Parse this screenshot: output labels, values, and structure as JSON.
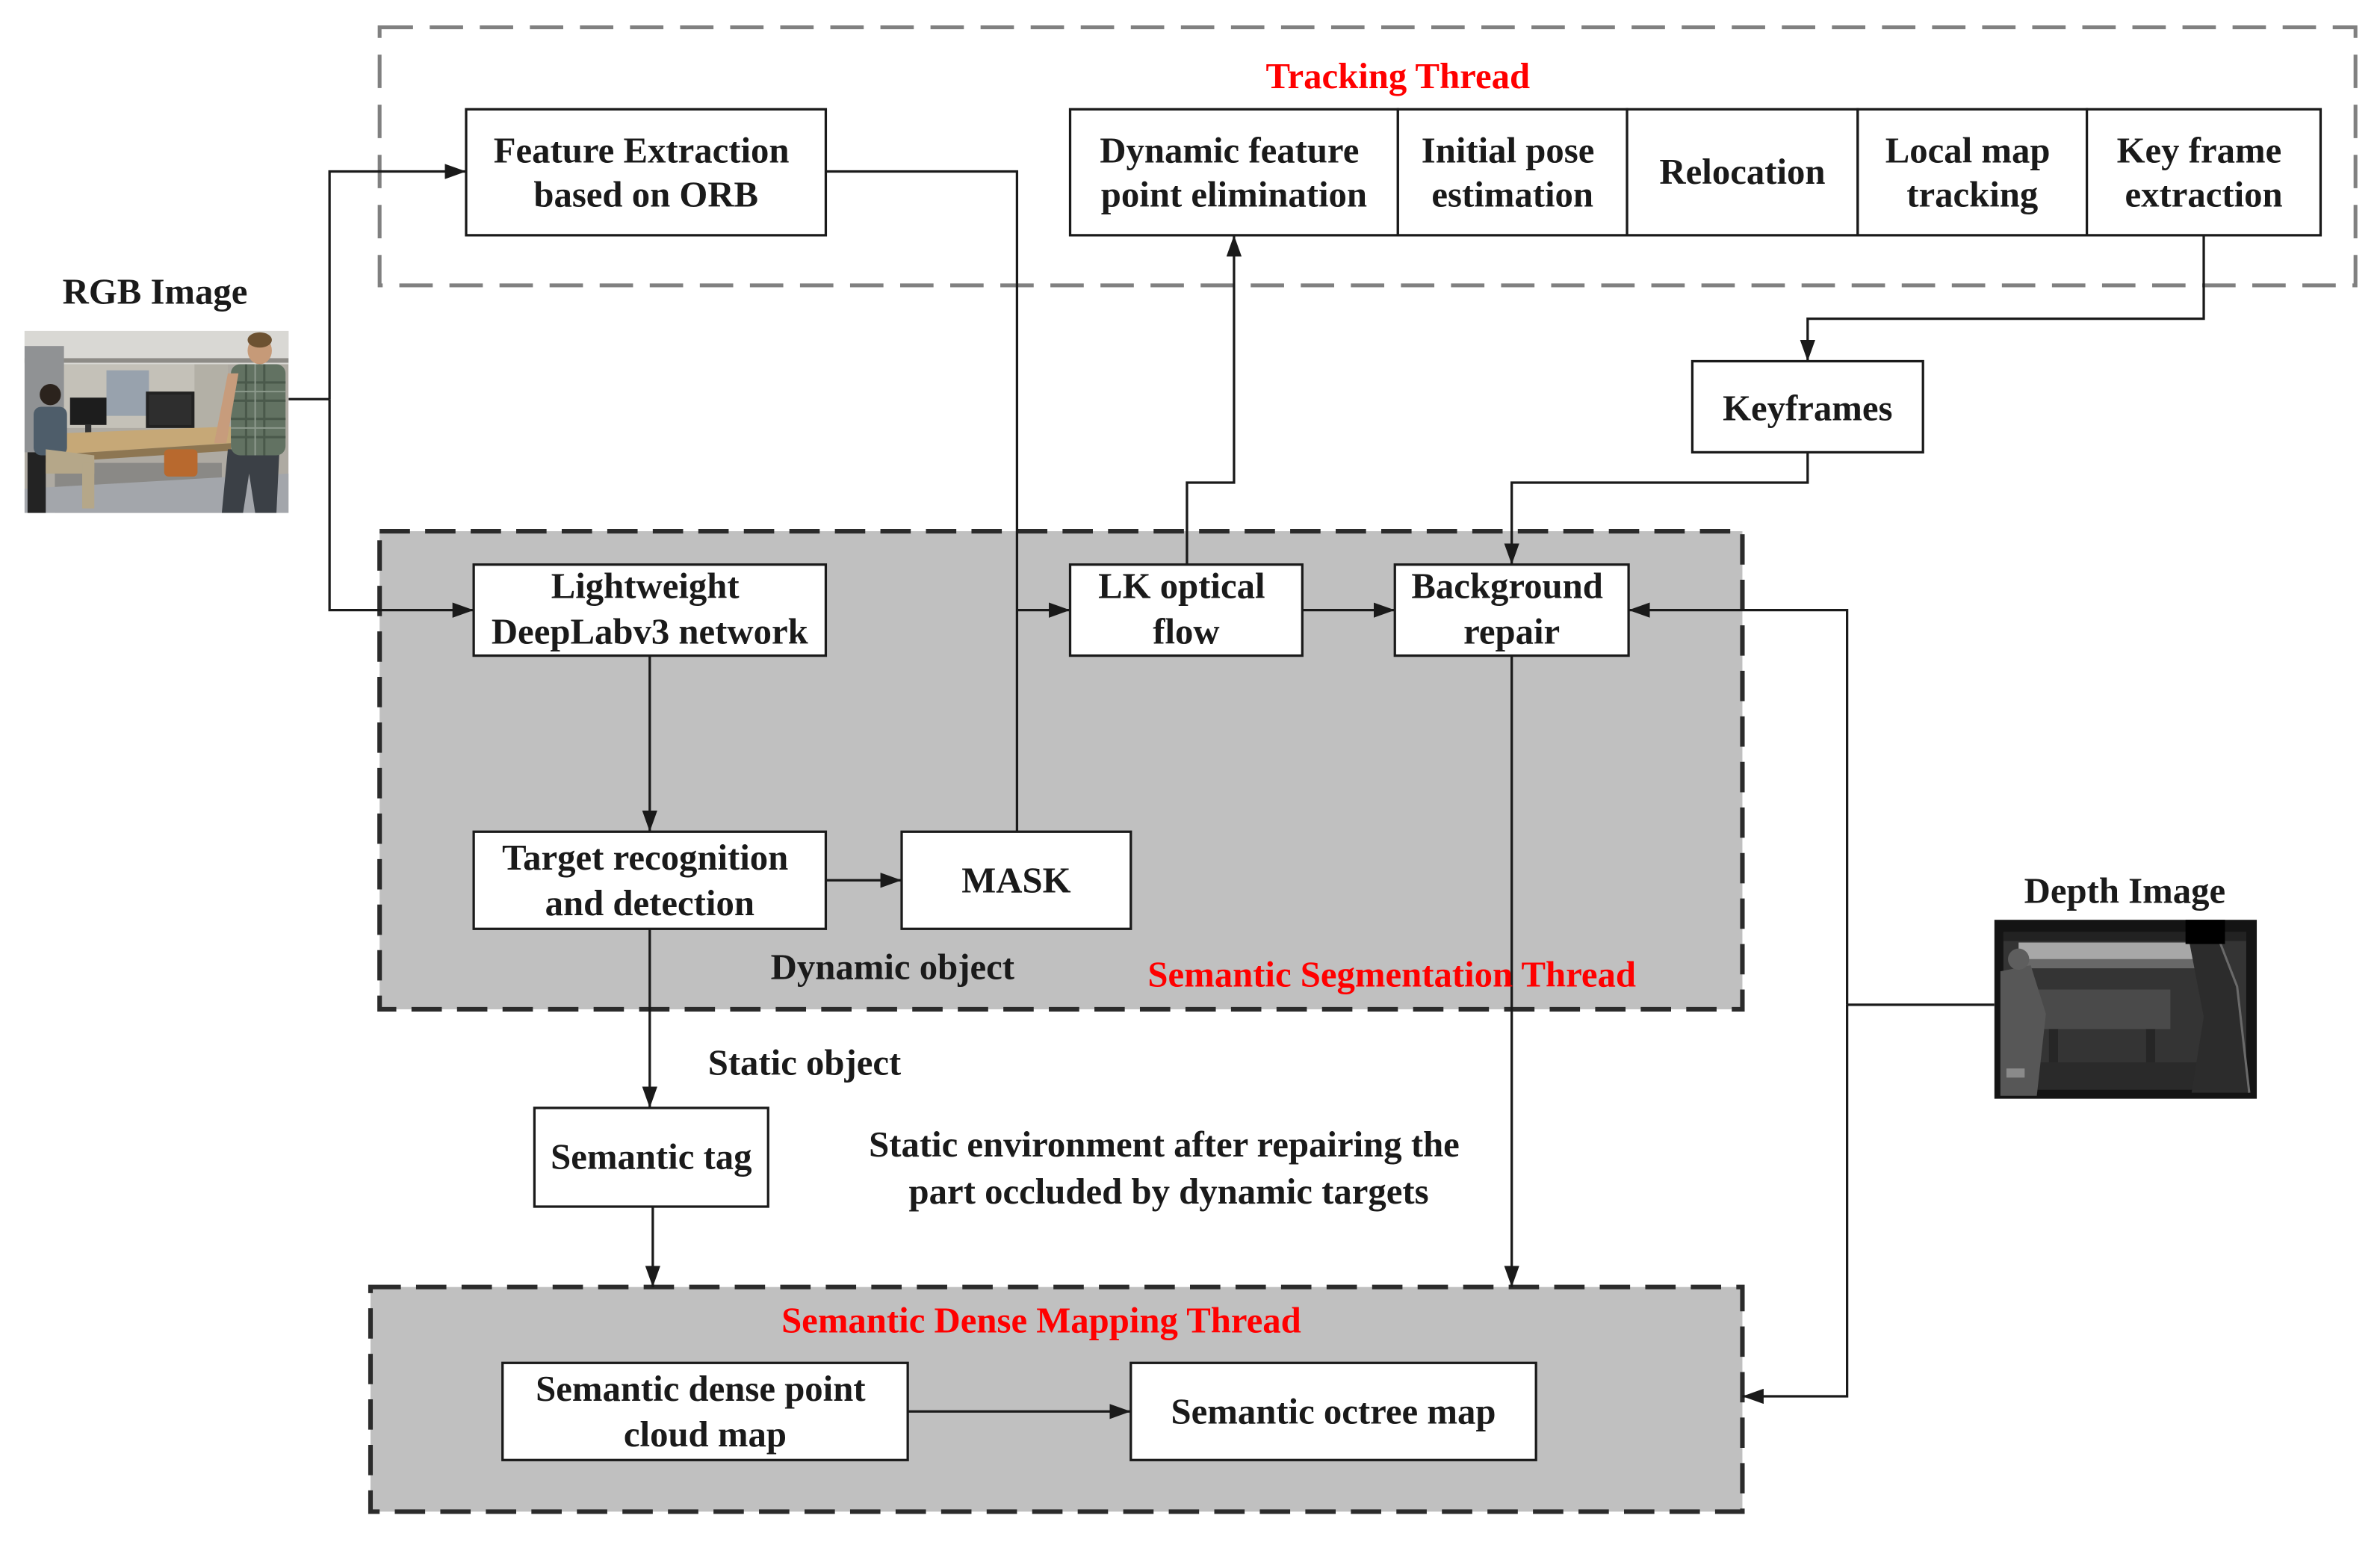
{
  "colors": {
    "thread_title": "#ff0000",
    "thread_fill": "#c0c0c0"
  },
  "inputs": {
    "rgb_image_label": "RGB Image",
    "depth_image_label": "Depth Image"
  },
  "tracking_thread": {
    "title": "Tracking Thread",
    "feature_extraction": [
      "Feature Extraction",
      "based on ORB"
    ],
    "steps": [
      [
        "Dynamic feature",
        "point elimination"
      ],
      [
        "Initial pose",
        "estimation"
      ],
      [
        "Relocation"
      ],
      [
        "Local map",
        "tracking"
      ],
      [
        "Key frame",
        "extraction"
      ]
    ]
  },
  "keyframes": "Keyframes",
  "segmentation_thread": {
    "title": "Semantic Segmentation Thread",
    "network": [
      "Lightweight",
      "DeepLabv3 network"
    ],
    "target_recognition": [
      "Target recognition",
      "and detection"
    ],
    "mask": "MASK",
    "optical_flow": [
      "LK optical",
      "flow"
    ],
    "background_repair": [
      "Background",
      "repair"
    ],
    "dynamic_object_label": "Dynamic object"
  },
  "static_object_label": "Static object",
  "semantic_tag": "Semantic tag",
  "static_environment_note": [
    "Static environment after repairing the",
    "part occluded by dynamic targets"
  ],
  "mapping_thread": {
    "title": "Semantic Dense Mapping Thread",
    "point_cloud_map": [
      "Semantic dense point",
      "cloud map"
    ],
    "octree_map": "Semantic octree map"
  }
}
